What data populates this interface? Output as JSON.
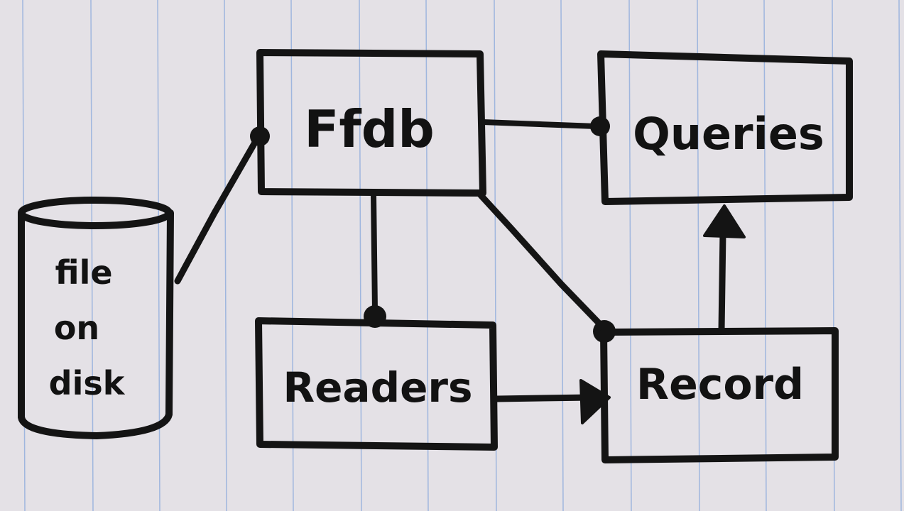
{
  "diagram": {
    "nodes": {
      "ffdb": {
        "label": "Ffdb"
      },
      "queries": {
        "label": "Queries"
      },
      "readers": {
        "label": "Readers"
      },
      "record": {
        "label": "Record"
      },
      "file": {
        "lines": [
          "file",
          "on",
          "disk"
        ]
      }
    },
    "edges": [
      {
        "from": "file",
        "to": "ffdb",
        "style": "dot-end"
      },
      {
        "from": "ffdb",
        "to": "queries",
        "style": "dot-end"
      },
      {
        "from": "ffdb",
        "to": "readers",
        "style": "dot-end"
      },
      {
        "from": "ffdb",
        "to": "record",
        "style": "dot-end"
      },
      {
        "from": "readers",
        "to": "record",
        "style": "arrow"
      },
      {
        "from": "record",
        "to": "queries",
        "style": "arrow"
      }
    ]
  },
  "colors": {
    "paper": "#e4e1e6",
    "rule_lines": "#9fb6de",
    "ink": "#141414"
  }
}
